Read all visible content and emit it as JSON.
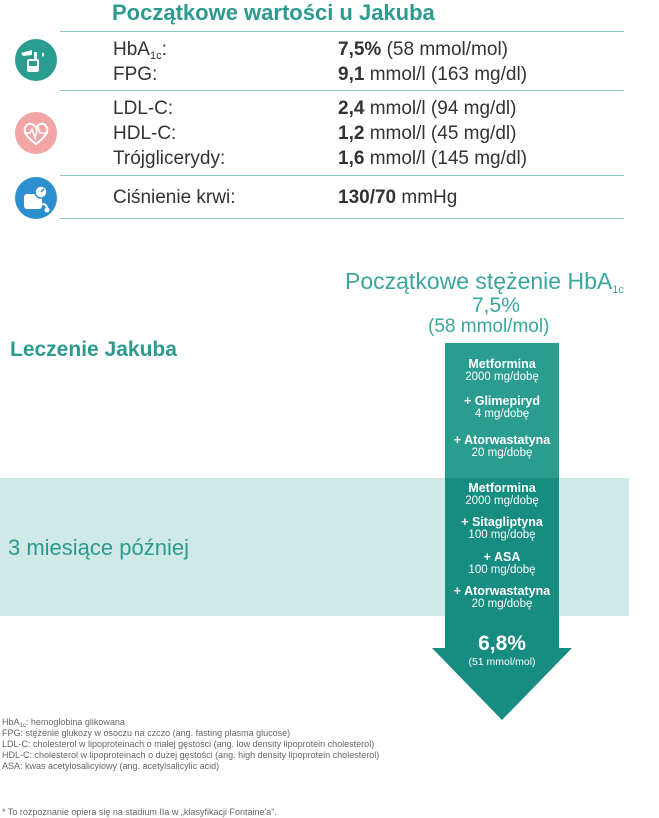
{
  "header": {
    "title": "Początkowe wartości u Jakuba"
  },
  "icons": {
    "glucose": "glucose-meter-icon",
    "heart": "heart-ecg-icon",
    "pressure": "blood-pressure-icon",
    "colors": {
      "glucose": "#2a9d90",
      "heart": "#f3a5a5",
      "pressure": "#2b8fd0"
    }
  },
  "baseline": {
    "hba1c": {
      "label_pre": "HbA",
      "label_sub": "1c",
      "label_post": ":",
      "value_bold": "7,5%",
      "value_rest": " (58 mmol/mol)"
    },
    "fpg": {
      "label": "FPG:",
      "value_bold": "9,1",
      "value_rest": " mmol/l (163 mg/dl)"
    },
    "ldl": {
      "label": "LDL-C:",
      "value_bold": "2,4",
      "value_rest": " mmol/l (94 mg/dl)"
    },
    "hdl": {
      "label": "HDL-C:",
      "value_bold": "1,2",
      "value_rest": " mmol/l (45 mg/dl)"
    },
    "tg": {
      "label": "Trójglicerydy:",
      "value_bold": "1,6",
      "value_rest": " mmol/l (145 mg/dl)"
    },
    "bp": {
      "label": "Ciśnienie krwi:",
      "value_bold": "130/70",
      "value_rest": " mmHg"
    }
  },
  "initial": {
    "title_pre": "Początkowe stężenie HbA",
    "title_sub": "1c",
    "pct": "7,5%",
    "mmol": "(58 mmol/mol)"
  },
  "treatment": {
    "heading": "Leczenie Jakuba",
    "phase1": [
      {
        "name": "Metformina",
        "dose": "2000 mg/dobę"
      },
      {
        "name": "+ Glimepiryd",
        "dose": "4 mg/dobę"
      },
      {
        "name": "+ Atorwastatyna",
        "dose": "20 mg/dobę"
      }
    ],
    "phase2_label": "3 miesiące później",
    "phase2": [
      {
        "name": "Metformina",
        "dose": "2000 mg/dobę"
      },
      {
        "name": "+ Sitagliptyna",
        "dose": "100 mg/dobę"
      },
      {
        "name": "+ ASA",
        "dose": "100 mg/dobę"
      },
      {
        "name": "+ Atorwastatyna",
        "dose": "20 mg/dobę"
      }
    ],
    "result_pct": "6,8%",
    "result_mmol": "(51 mmol/mol)"
  },
  "footnotes": {
    "hba1c": {
      "pre": "HbA",
      "sub": "1c",
      "post": ": hemoglobina glikowana"
    },
    "fpg": "FPG: stężenie glukozy w osoczu na czczo (ang. fasting plasma glucose)",
    "ldl": "LDL-C: cholesterol w lipoproteinach o małej gęstości (ang. low density lipoprotein cholesterol)",
    "hdl": "HDL-C: cholesterol w lipoproteinach o dużej gęstości (ang. high density lipoprotein cholesterol)",
    "asa": "ASA: kwas acetylosalicylowy (ang. acetylsalicylic acid)",
    "star": "* To rozpoznanie opiera się na stadium IIa w „klasyfikacji Fontaine'a\"."
  }
}
